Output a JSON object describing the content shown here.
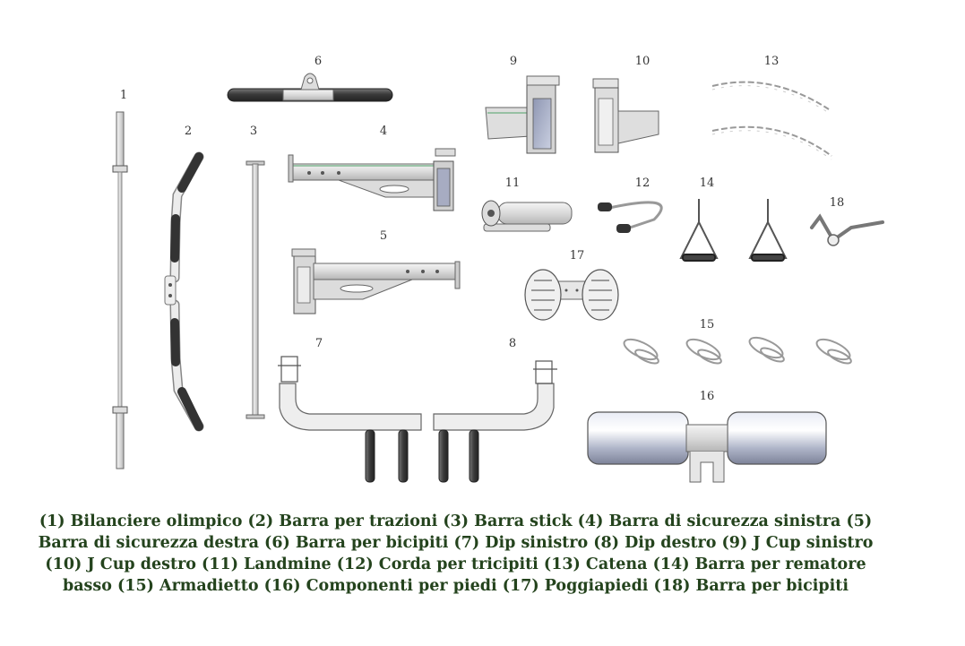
{
  "parts": [
    {
      "num": "1",
      "name": "Bilanciere olimpico"
    },
    {
      "num": "2",
      "name": "Barra per trazioni"
    },
    {
      "num": "3",
      "name": "Barra stick"
    },
    {
      "num": "4",
      "name": "Barra di sicurezza sinistra"
    },
    {
      "num": "5",
      "name": "Barra di sicurezza destra"
    },
    {
      "num": "6",
      "name": "Barra per bicipiti"
    },
    {
      "num": "7",
      "name": "Dip sinistro"
    },
    {
      "num": "8",
      "name": "Dip destro"
    },
    {
      "num": "9",
      "name": "J Cup sinistro"
    },
    {
      "num": "10",
      "name": "J Cup destro"
    },
    {
      "num": "11",
      "name": "Landmine"
    },
    {
      "num": "12",
      "name": "Corda per tricipiti"
    },
    {
      "num": "13",
      "name": "Catena"
    },
    {
      "num": "14",
      "name": "Barra per rematore basso"
    },
    {
      "num": "15",
      "name": "Armadietto"
    },
    {
      "num": "16",
      "name": "Componenti per piedi"
    },
    {
      "num": "17",
      "name": "Poggiapiedi"
    },
    {
      "num": "18",
      "name": "Barra per bicipiti"
    }
  ],
  "caption": {
    "line1": "(1) Bilanciere olimpico (2) Barra per trazioni (3) Barra stick (4) Barra di sicurezza sinistra (5)",
    "line2": "Barra di sicurezza destra (6) Barra per bicipiti (7) Dip sinistro (8) Dip destro (9) J Cup sinistro",
    "line3": "(10) J Cup destro (11) Landmine (12) Corda per tricipiti (13) Catena (14) Barra per rematore",
    "line4": "basso (15) Armadietto (16) Componenti per piedi (17) Poggiapiedi (18) Barra per bicipiti"
  }
}
